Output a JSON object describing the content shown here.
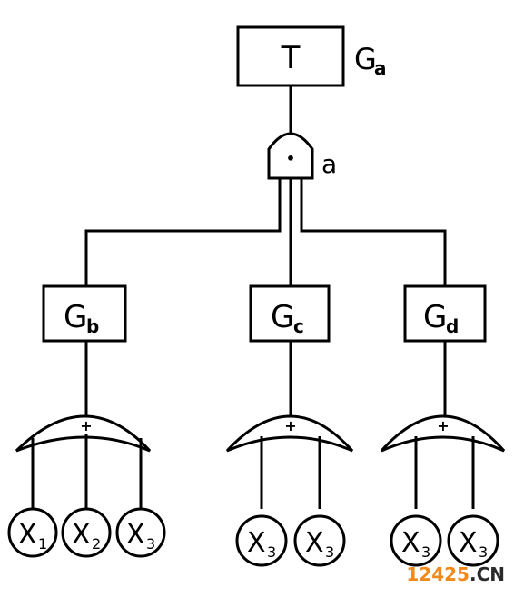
{
  "top": {
    "letter": "T",
    "side_letter": "G",
    "side_sub": "a"
  },
  "and_gate": {
    "symbol": "•",
    "label": "a"
  },
  "mid_boxes": [
    {
      "letter": "G",
      "sub": "b"
    },
    {
      "letter": "G",
      "sub": "c"
    },
    {
      "letter": "G",
      "sub": "d"
    }
  ],
  "or_gates": [
    {
      "symbol": "+"
    },
    {
      "symbol": "+"
    },
    {
      "symbol": "+"
    }
  ],
  "leaves": [
    [
      {
        "letter": "X",
        "sub": "1"
      },
      {
        "letter": "X",
        "sub": "2"
      },
      {
        "letter": "X",
        "sub": "3"
      }
    ],
    [
      {
        "letter": "X",
        "sub": "3"
      },
      {
        "letter": "X",
        "sub": "3"
      }
    ],
    [
      {
        "letter": "X",
        "sub": "3"
      },
      {
        "letter": "X",
        "sub": "3"
      }
    ]
  ],
  "watermark": {
    "part1": "12425",
    "part2": ".CN"
  }
}
